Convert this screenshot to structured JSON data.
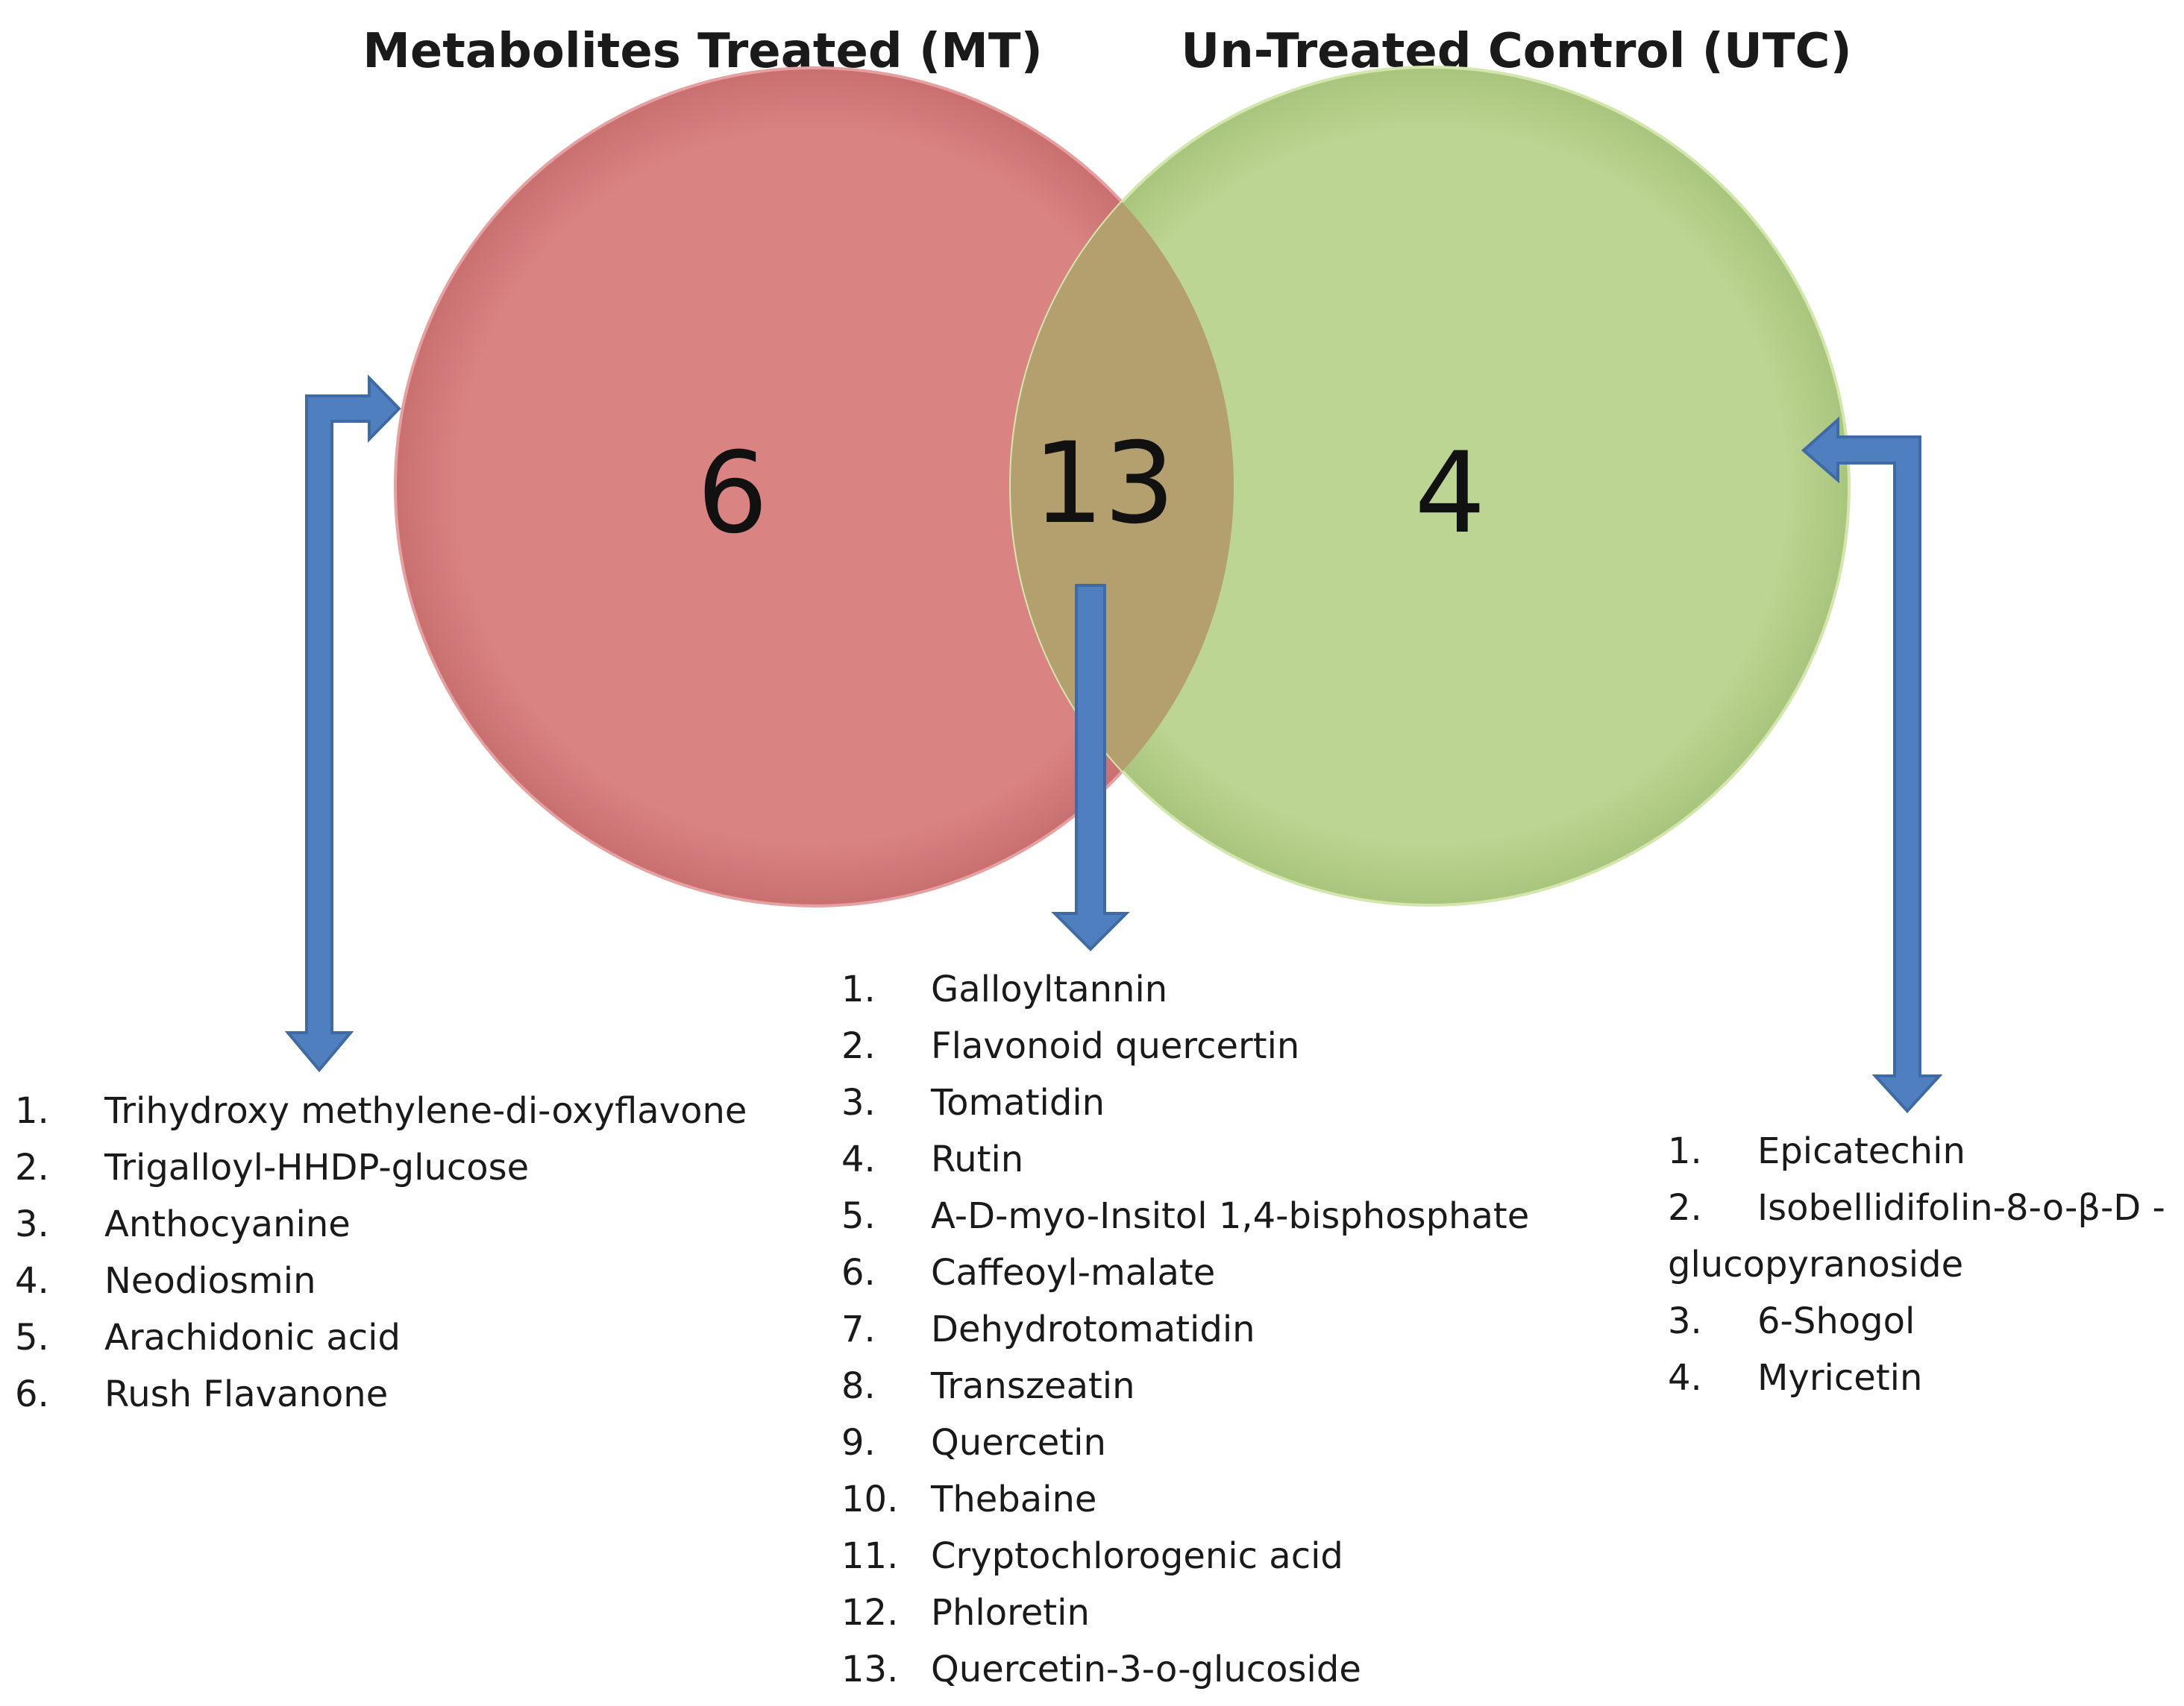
{
  "sets": [
    {
      "title": "Metabolites Treated (MT)",
      "count": "6",
      "color": "#d98383"
    },
    {
      "title": "Un-Treated Control (UTC)",
      "count": "4",
      "color": "#bcd592"
    }
  ],
  "overlap": {
    "count": "13",
    "color": "#b4a06f"
  },
  "arrow_color": "#4f7fbf",
  "lists": {
    "mt_only": [
      {
        "num": "1.",
        "name": "Trihydroxy methylene-di-oxyflavone"
      },
      {
        "num": "2.",
        "name": "Trigalloyl-HHDP-glucose"
      },
      {
        "num": "3.",
        "name": "Anthocyanine"
      },
      {
        "num": "4.",
        "name": "Neodiosmin"
      },
      {
        "num": "5.",
        "name": "Arachidonic acid"
      },
      {
        "num": "6.",
        "name": "Rush Flavanone"
      }
    ],
    "shared": [
      {
        "num": "1.",
        "name": "Galloyltannin"
      },
      {
        "num": "2.",
        "name": "Flavonoid quercertin"
      },
      {
        "num": "3.",
        "name": "Tomatidin"
      },
      {
        "num": "4.",
        "name": "Rutin"
      },
      {
        "num": "5.",
        "name": "A-D-myo-Insitol 1,4-bisphosphate"
      },
      {
        "num": "6.",
        "name": "Caffeoyl-malate"
      },
      {
        "num": "7.",
        "name": "Dehydrotomatidin"
      },
      {
        "num": "8.",
        "name": "Transzeatin"
      },
      {
        "num": "9.",
        "name": "Quercetin"
      },
      {
        "num": "10.",
        "name": "Thebaine"
      },
      {
        "num": "11.",
        "name": "Cryptochlorogenic acid"
      },
      {
        "num": "12.",
        "name": "Phloretin"
      },
      {
        "num": "13.",
        "name": "Quercetin-3-o-glucoside"
      }
    ],
    "utc_only": [
      {
        "num": "1.",
        "name": "Epicatechin"
      },
      {
        "num": "2.",
        "name": "Isobellidifolin-8-o-β-D -glucopyranoside"
      },
      {
        "num": "3.",
        "name": "6-Shogol"
      },
      {
        "num": "4.",
        "name": "Myricetin"
      }
    ]
  }
}
